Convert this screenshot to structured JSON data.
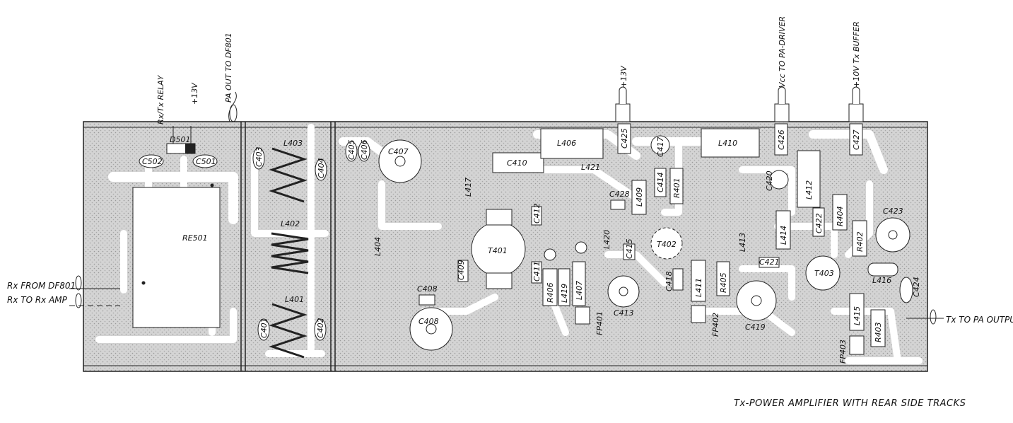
{
  "title": "Tx-POWER AMPLIFIER WITH REAR SIDE TRACKS",
  "signals": {
    "rx_tx_relay": "Rx/Tx RELAY",
    "plus13v_relay": "+13V",
    "pa_out": "PA OUT TO DF801",
    "plus13v_top": "+13V",
    "vcc_pa_driver": "Vcc TO PA-DRIVER",
    "plus10v_buffer": "+10V Tx BUFFER",
    "rx_from": "Rx FROM DF801",
    "rx_to": "Rx TO Rx AMP",
    "tx_to_pa": "Tx TO PA OUTPUT"
  },
  "parts": {
    "d501": "D501",
    "c502": "C502",
    "c501": "C501",
    "re501": "RE501",
    "l403": "L403",
    "l402": "L402",
    "l401": "L401",
    "c403": "C403",
    "c404": "C404",
    "c401": "C401",
    "c402": "C402",
    "c405": "C405",
    "c406": "C406",
    "c407": "C407",
    "c408": "C408",
    "c409": "C409",
    "c410": "C410",
    "l404": "L404",
    "l417": "L417",
    "l406": "L406",
    "c425": "C425",
    "c417": "C417",
    "l421": "L421",
    "c428": "C428",
    "l409": "L409",
    "c414": "C414",
    "r401": "R401",
    "l410": "L410",
    "c426": "C426",
    "c427": "C427",
    "l412": "L412",
    "c420": "C420",
    "c412": "C412",
    "t401": "T401",
    "c411": "C411",
    "r406": "R406",
    "l419": "L419",
    "l407": "L407",
    "fp401": "FP401",
    "l420": "L420",
    "c415": "C415",
    "c413": "C413",
    "t402": "T402",
    "c418": "C418",
    "l411": "L411",
    "r405": "R405",
    "fp402": "FP402",
    "l413": "L413",
    "l414": "L414",
    "c421": "C421",
    "c419": "C419",
    "c422": "C422",
    "r404": "R404",
    "r402": "R402",
    "c423": "C423",
    "t403": "T403",
    "l416": "L416",
    "c424": "C424",
    "l415": "L415",
    "r403": "R403",
    "fp403": "FP403"
  }
}
